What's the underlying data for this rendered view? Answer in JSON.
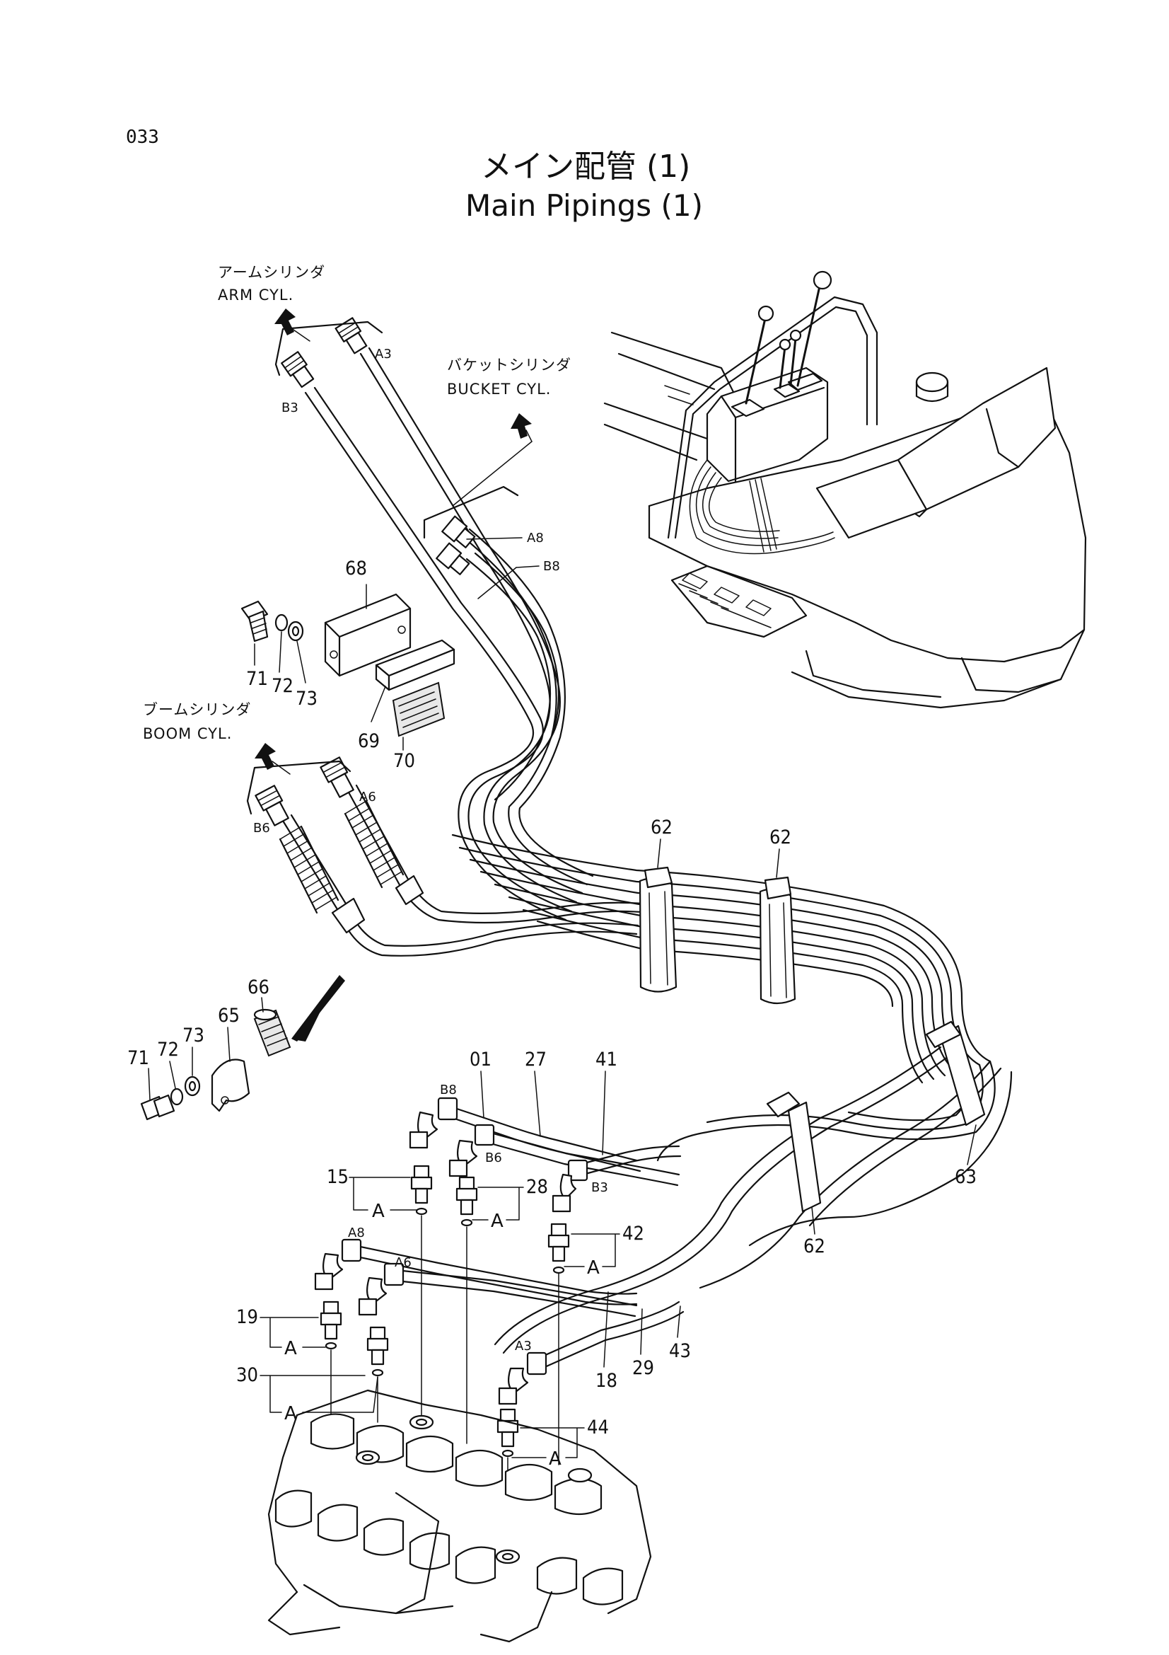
{
  "page_number": "033",
  "title": {
    "jp": "メイン配管 (1)",
    "en": "Main Pipings (1)"
  },
  "destinations": {
    "arm": {
      "jp": "アームシリンダ",
      "en": "ARM CYL."
    },
    "bucket": {
      "jp": "バケットシリンダ",
      "en": "BUCKET CYL."
    },
    "boom": {
      "jp": "ブームシリンダ",
      "en": "BOOM CYL."
    }
  },
  "hose_codes": {
    "a3_top": "A3",
    "b3_top": "B3",
    "a8_top": "A8",
    "b8_top": "B8",
    "a6_top": "A6",
    "b6_top": "B6",
    "b8_bot": "B8",
    "b6_bot": "B6",
    "b3_bot": "B3",
    "a8_bot": "A8",
    "a6_bot": "A6",
    "a3_bot": "A3"
  },
  "detail_marker": "A",
  "parts": {
    "p68": "68",
    "p69": "69",
    "p70": "70",
    "p71a": "71",
    "p72a": "72",
    "p73a": "73",
    "p62a": "62",
    "p62b": "62",
    "p62c": "62",
    "p63": "63",
    "p65": "65",
    "p66": "66",
    "p71b": "71",
    "p72b": "72",
    "p73b": "73",
    "p01": "01",
    "p27": "27",
    "p41": "41",
    "p15": "15",
    "p28": "28",
    "p42": "42",
    "p19": "19",
    "p30": "30",
    "p18": "18",
    "p29": "29",
    "p43": "43",
    "p44": "44"
  }
}
